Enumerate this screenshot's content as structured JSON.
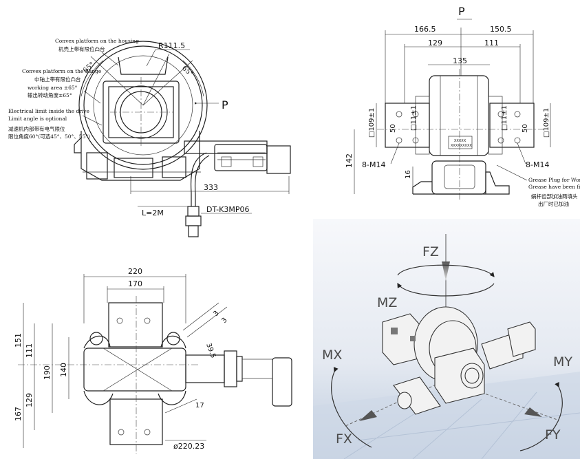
{
  "panel_side": {
    "top_label_en": "Convex platform on the housing",
    "top_label_cn": "机壳上带有限位凸台",
    "radius": "R111.5",
    "angle_left": "65°",
    "angle_right": "65°",
    "flange_label_en": "Convex platform on the flange",
    "flange_label_cn": "中轴上带有限位凸台",
    "working_area_en": "working area ±65°",
    "working_area_cn": "输出转动角度±65°",
    "elimit_en": "Electrical limit inside the drive",
    "elimit_optional": "Limit angle is optional",
    "elimit_cn1": "减速机内部带有电气限位",
    "elimit_cn2": "限位角度60°(可选45°、50°、55°)",
    "arrow_p": "P",
    "length_333": "333",
    "cable": "L=2M",
    "connector": "DT-K3MP06"
  },
  "panel_front": {
    "view": "P",
    "d166": "166.5",
    "d150": "150.5",
    "d129": "129",
    "d111": "111",
    "d135": "135",
    "sq_left": "□109±1",
    "d50_left": "50",
    "sq11_left": "□11±1",
    "sq11_right": "□11±1",
    "d50_right": "50",
    "sq_right": "□109±1",
    "m14_left": "8-M14",
    "m14_right": "8-M14",
    "h142": "142",
    "h16": "16",
    "plate1": "XXXXX",
    "plate2": "XXXXXXXXX",
    "grease_en1": "Grease Plug for Worm",
    "grease_en2": "Grease have been filled",
    "grease_cn1": "蜗杆齿部加油两填头",
    "grease_cn2": "出厂时已加油"
  },
  "panel_top": {
    "d220": "220",
    "d170": "170",
    "h151": "151",
    "h111": "111",
    "h190": "190",
    "h140": "140",
    "h129": "129",
    "h167": "167",
    "a3a": "3",
    "a3b": "3",
    "a39": "39.5",
    "d17": "17",
    "dia": "ø220.23"
  },
  "panel_3d": {
    "fz": "FZ",
    "mz": "MZ",
    "mx": "MX",
    "my": "MY",
    "fx": "FX",
    "fy": "FY"
  },
  "colors": {
    "line": "#1f1f1f",
    "sky_top": "#f4f6f9",
    "sky_bottom": "#c7d3e3",
    "axis": "#4a4a4a"
  }
}
